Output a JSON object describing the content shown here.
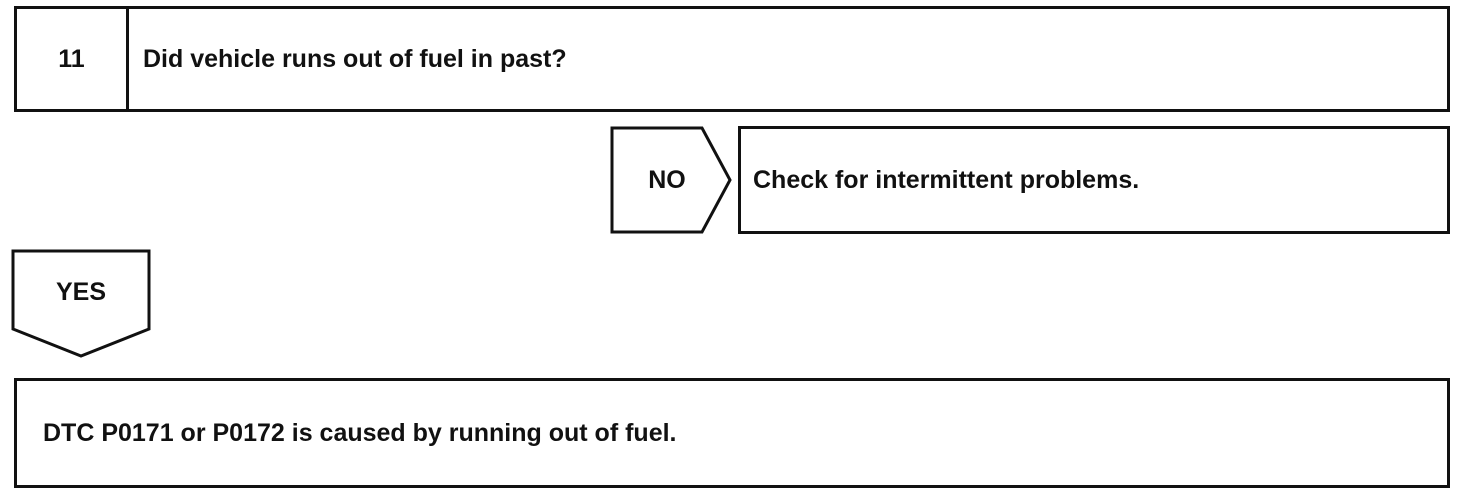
{
  "step": {
    "number": "11",
    "question": "Did vehicle runs out of fuel in past?"
  },
  "branches": {
    "no": {
      "label": "NO",
      "result": "Check for intermittent problems."
    },
    "yes": {
      "label": "YES"
    }
  },
  "final_result": "DTC P0171 or P0172 is caused by running out of fuel."
}
